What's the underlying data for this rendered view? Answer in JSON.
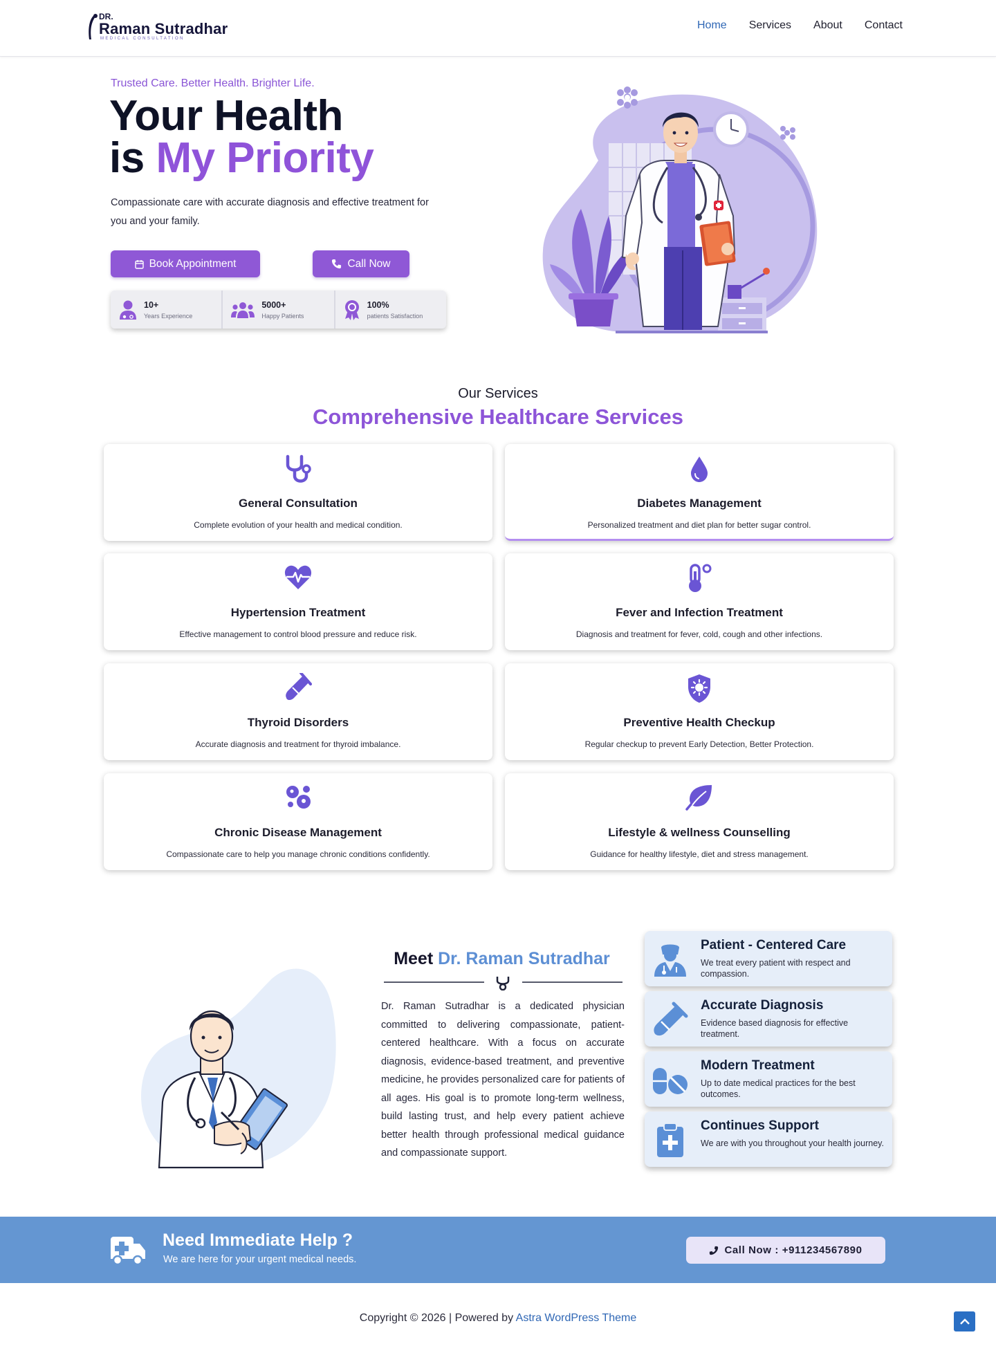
{
  "brand": {
    "prefix": "DR.",
    "name": "Raman Sutradhar",
    "subtitle": "MEDICAL CONSULTATION"
  },
  "nav": {
    "items": [
      {
        "label": "Home",
        "active": true
      },
      {
        "label": "Services"
      },
      {
        "label": "About"
      },
      {
        "label": "Contact"
      }
    ]
  },
  "hero": {
    "tagline": "Trusted Care. Better Health. Brighter Life.",
    "title_line1": "Your Health",
    "title_line2_prefix": "is ",
    "title_line2_accent": "My Priority",
    "description": "Compassionate care with accurate diagnosis and effective treatment for you and your family.",
    "book_label": "Book Appointment",
    "call_label": "Call Now",
    "stats": [
      {
        "value": "10+",
        "label": "Years Experience",
        "icon": "doctor-icon"
      },
      {
        "value": "5000+",
        "label": "Happy Patients",
        "icon": "users-icon"
      },
      {
        "value": "100%",
        "label": "patients Satisfaction",
        "icon": "award-icon"
      }
    ]
  },
  "services": {
    "eyebrow": "Our Services",
    "title": "Comprehensive Healthcare Services",
    "items": [
      {
        "name": "General Consultation",
        "desc": "Complete evolution of your health and medical condition.",
        "icon": "stethoscope-icon"
      },
      {
        "name": "Diabetes Management",
        "desc": "Personalized treatment and diet plan for better sugar control.",
        "icon": "drop-icon"
      },
      {
        "name": "Hypertension Treatment",
        "desc": "Effective management to control blood pressure and reduce risk.",
        "icon": "heartbeat-icon"
      },
      {
        "name": "Fever and Infection Treatment",
        "desc": "Diagnosis and treatment for fever, cold, cough and other infections.",
        "icon": "thermometer-icon"
      },
      {
        "name": "Thyroid Disorders",
        "desc": "Accurate diagnosis and treatment for thyroid imbalance.",
        "icon": "test-tube-icon"
      },
      {
        "name": "Preventive Health Checkup",
        "desc": "Regular checkup to prevent Early Detection, Better Protection.",
        "icon": "shield-virus-icon"
      },
      {
        "name": "Chronic Disease Management",
        "desc": "Compassionate care to help you manage chronic conditions confidently.",
        "icon": "disease-icon"
      },
      {
        "name": "Lifestyle & wellness Counselling",
        "desc": "Guidance for healthy lifestyle, diet and stress management.",
        "icon": "leaf-icon"
      }
    ]
  },
  "about": {
    "meet_prefix": "Meet ",
    "meet_name": "Dr. Raman Sutradhar",
    "bio": "Dr. Raman Sutradhar is a dedicated physician committed to delivering compassionate, patient-centered healthcare. With a focus on accurate diagnosis, evidence-based treatment, and preventive medicine, he provides personalized care for patients of all ages. His goal is to promote long-term wellness, build lasting trust, and help every patient achieve better health through professional medical guidance and compassionate support.",
    "features": [
      {
        "title": "Patient - Centered Care",
        "desc": "We treat every patient with respect and compassion.",
        "icon": "user-nurse-icon"
      },
      {
        "title": "Accurate Diagnosis",
        "desc": "Evidence based diagnosis for effective treatment.",
        "icon": "test-tube-icon"
      },
      {
        "title": "Modern Treatment",
        "desc": "Up to date medical practices for the best outcomes.",
        "icon": "pills-icon"
      },
      {
        "title": "Continues Support",
        "desc": "We are with you throughout your health journey.",
        "icon": "clipboard-medical-icon"
      }
    ]
  },
  "cta": {
    "title": "Need Immediate Help ?",
    "subtitle": "We are here for your urgent medical needs.",
    "button_label": "Call Now : +911234567890",
    "icon": "ambulance-icon"
  },
  "footer": {
    "copyright_prefix": "Copyright © 2026 | Powered by ",
    "theme_link": "Astra WordPress Theme"
  },
  "colors": {
    "accent_purple": "#8f53d9",
    "blue": "#6496d2",
    "link_blue": "#2f67b5"
  }
}
